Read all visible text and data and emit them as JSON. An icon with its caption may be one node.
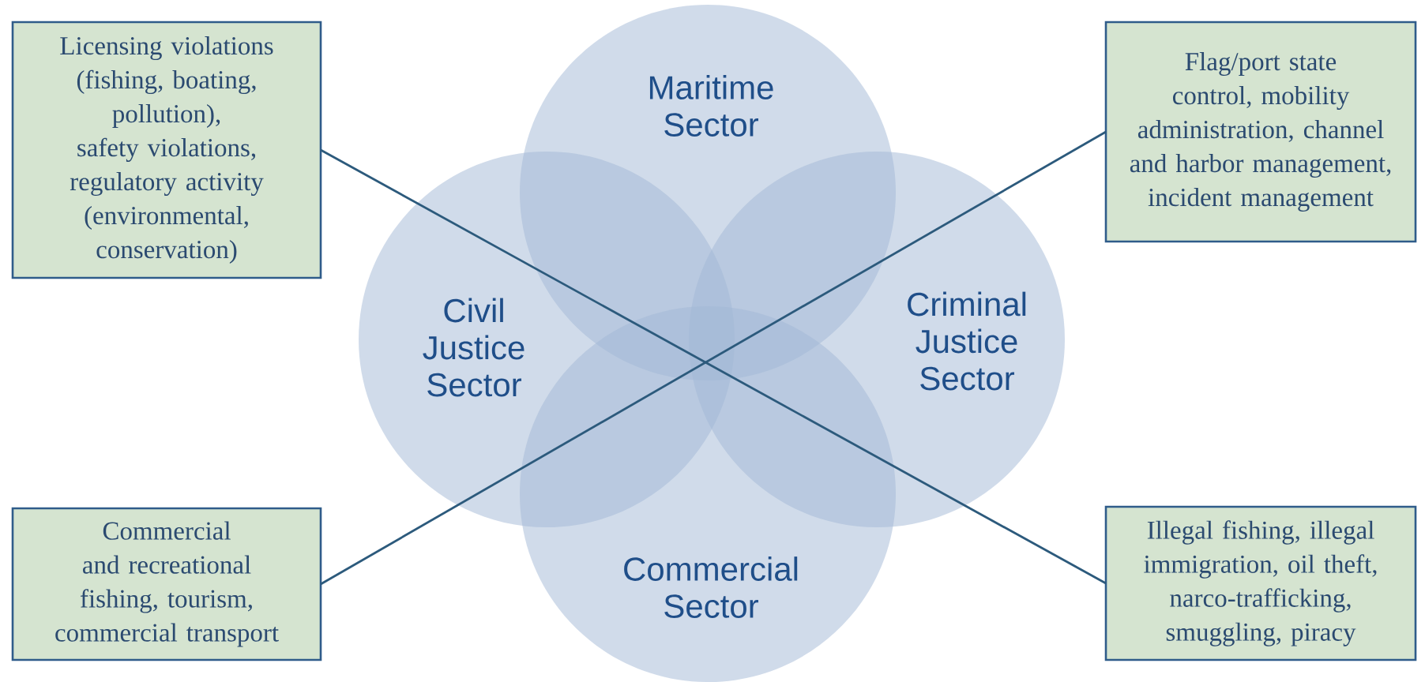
{
  "diagram": {
    "nodes": [
      {
        "text": [
          "Licensing violations (fishing, boating, pollution), safety violations, regulatory activity (environmental, conservation)"
        ]
      },
      {
        "text": [
          "Maritime Sector"
        ]
      },
      {
        "text": [
          "Flag/port state control, mobility administration, channel and harbor management, incident management"
        ]
      },
      {
        "text": [
          "Civil Justice Sector"
        ]
      },
      {
        "text": [
          "Criminal Justice Sector"
        ]
      },
      {
        "text": [
          "Commercial and recreational fishing, tourism, commercial transport"
        ]
      },
      {
        "text": [
          "Commercial Sector"
        ]
      },
      {
        "text": [
          "Illegal fishing, illegal immigration, oil theft, narco-trafficking, smuggling, piracy"
        ]
      }
    ],
    "edges": [
      {
        "from": 0,
        "to": 7,
        "arrow": "none"
      },
      {
        "from": 2,
        "to": 5,
        "arrow": "none"
      }
    ]
  }
}
